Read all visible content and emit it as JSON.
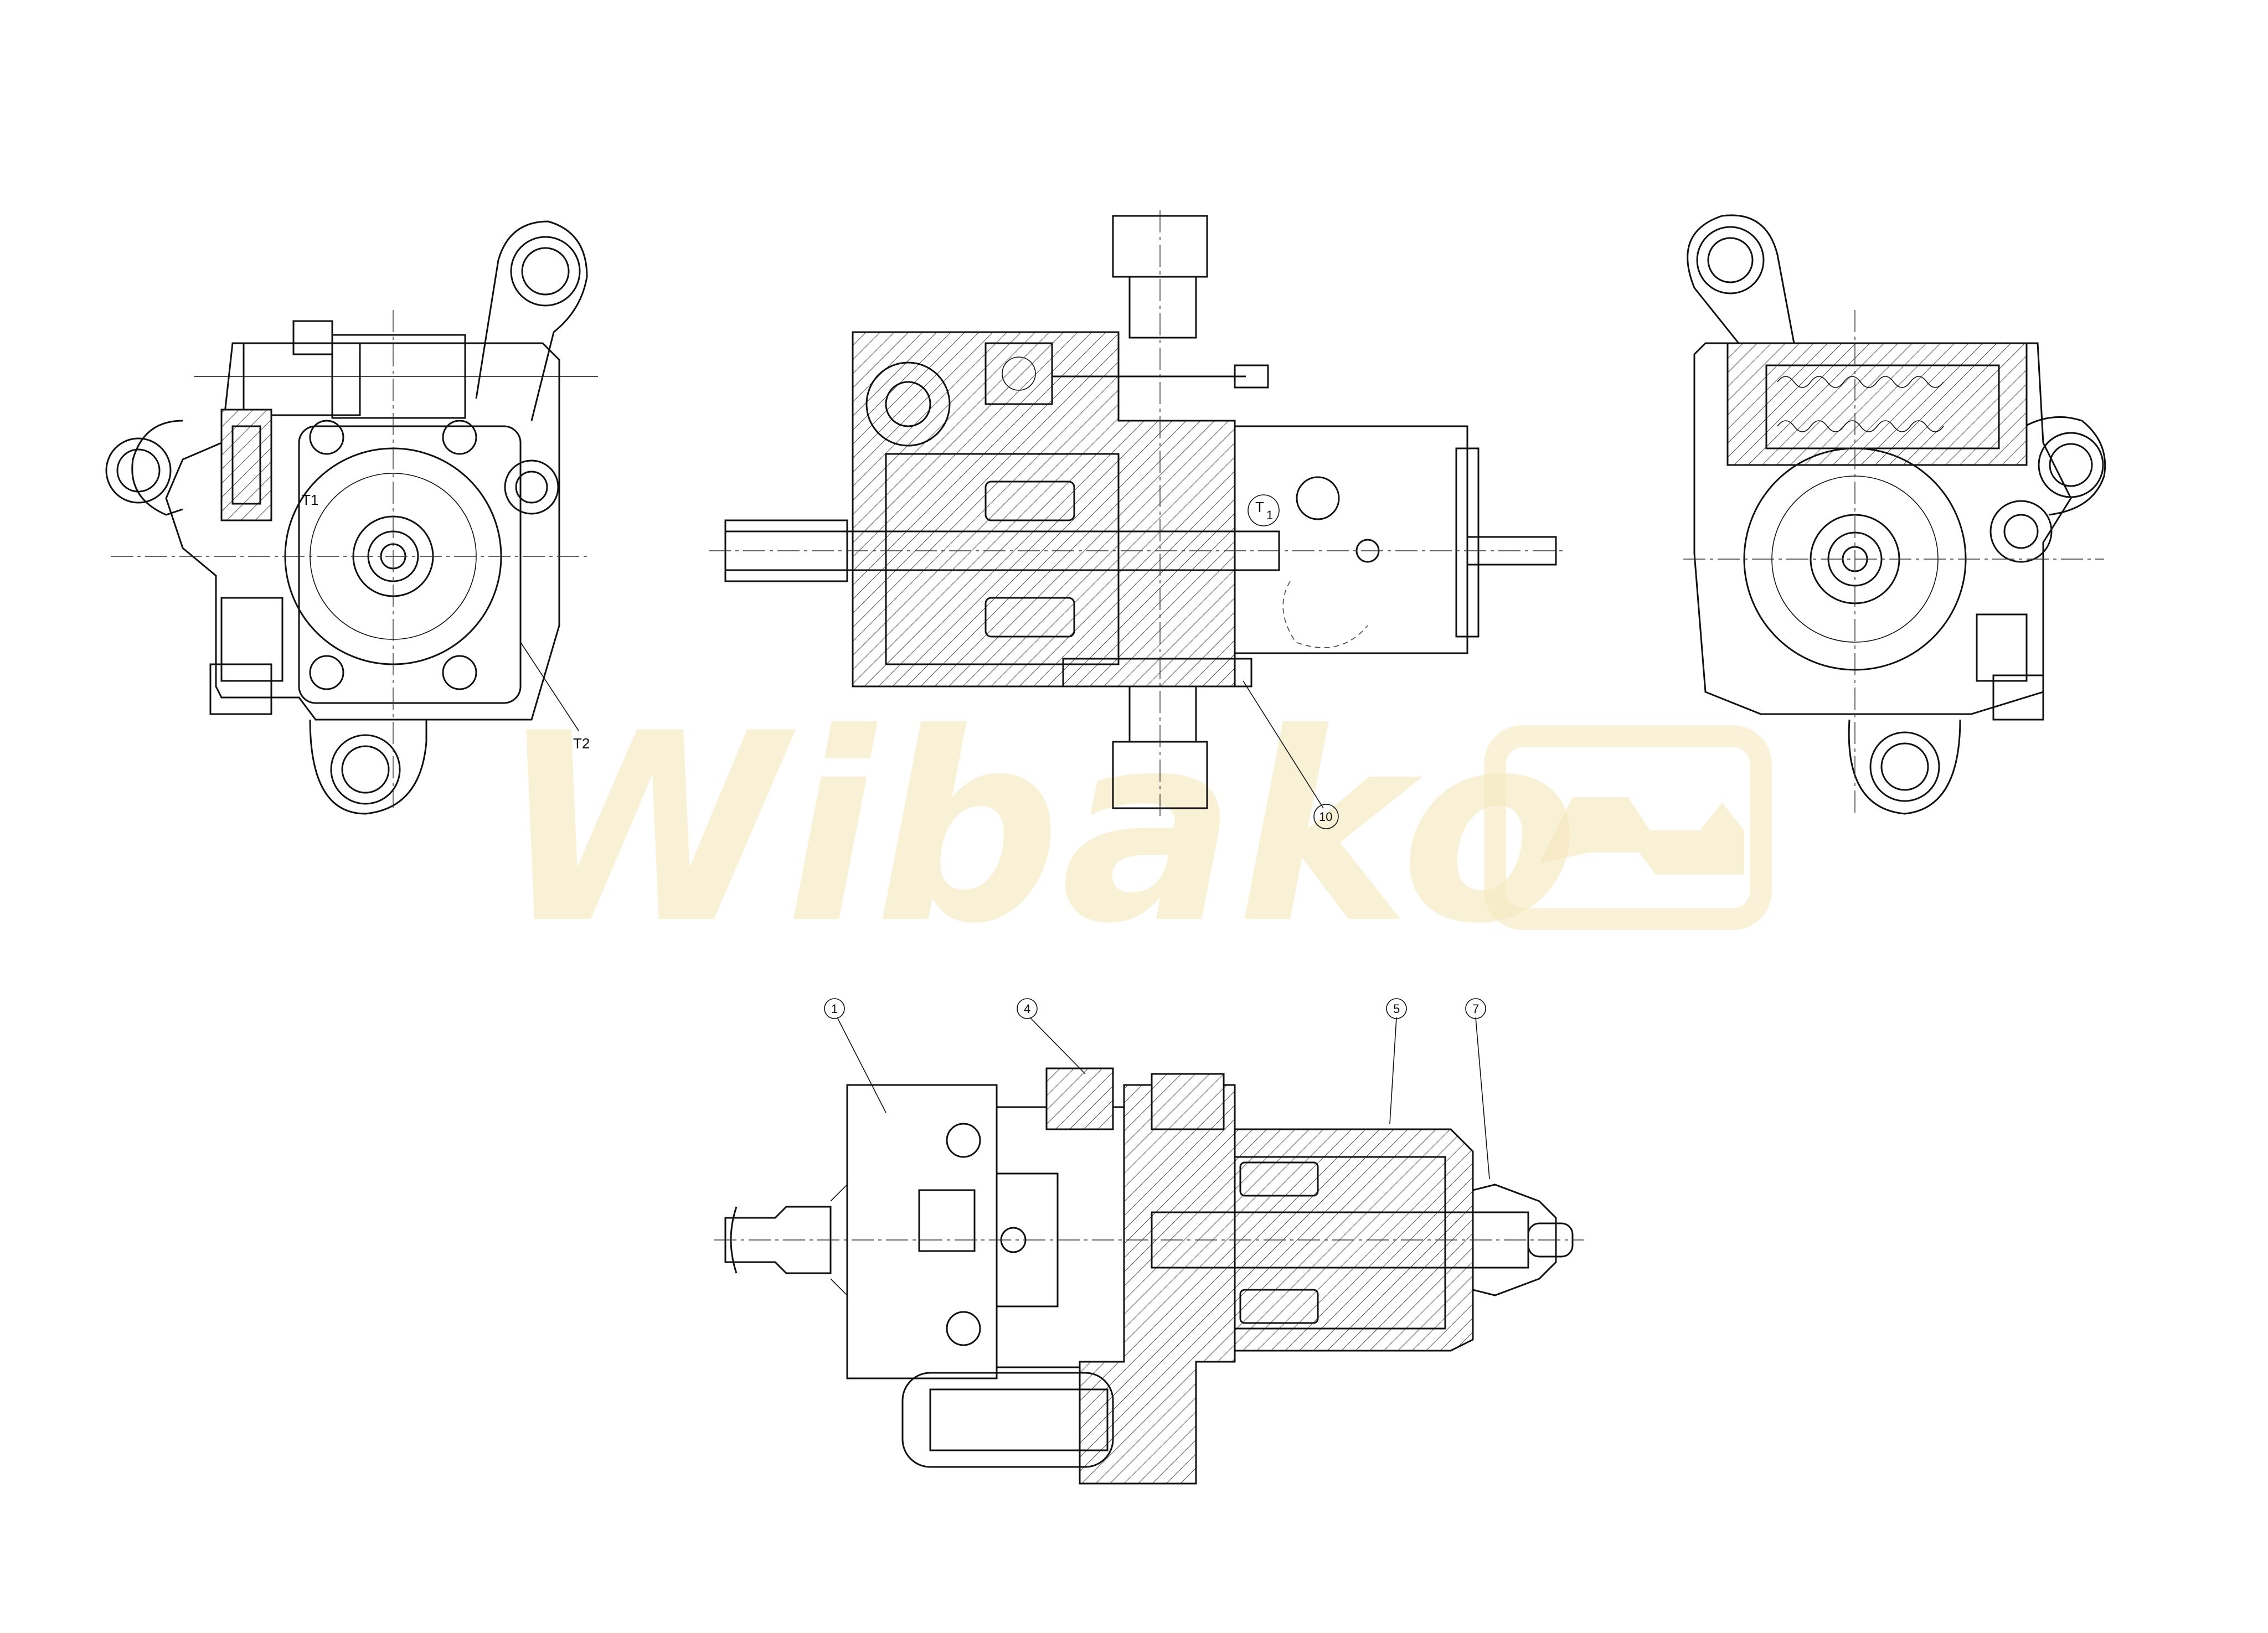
{
  "watermark": {
    "text": "Wibako",
    "color": "#f3e6b6"
  },
  "port_labels": {
    "t1_left": "T1",
    "t2": "T2",
    "t1_center": "T",
    "t1_center_sub": "1"
  },
  "callouts": {
    "c10": "10",
    "c1": "1",
    "c4": "4",
    "c5": "5",
    "c7": "7"
  },
  "colors": {
    "line": "#111111",
    "background": "#ffffff"
  }
}
